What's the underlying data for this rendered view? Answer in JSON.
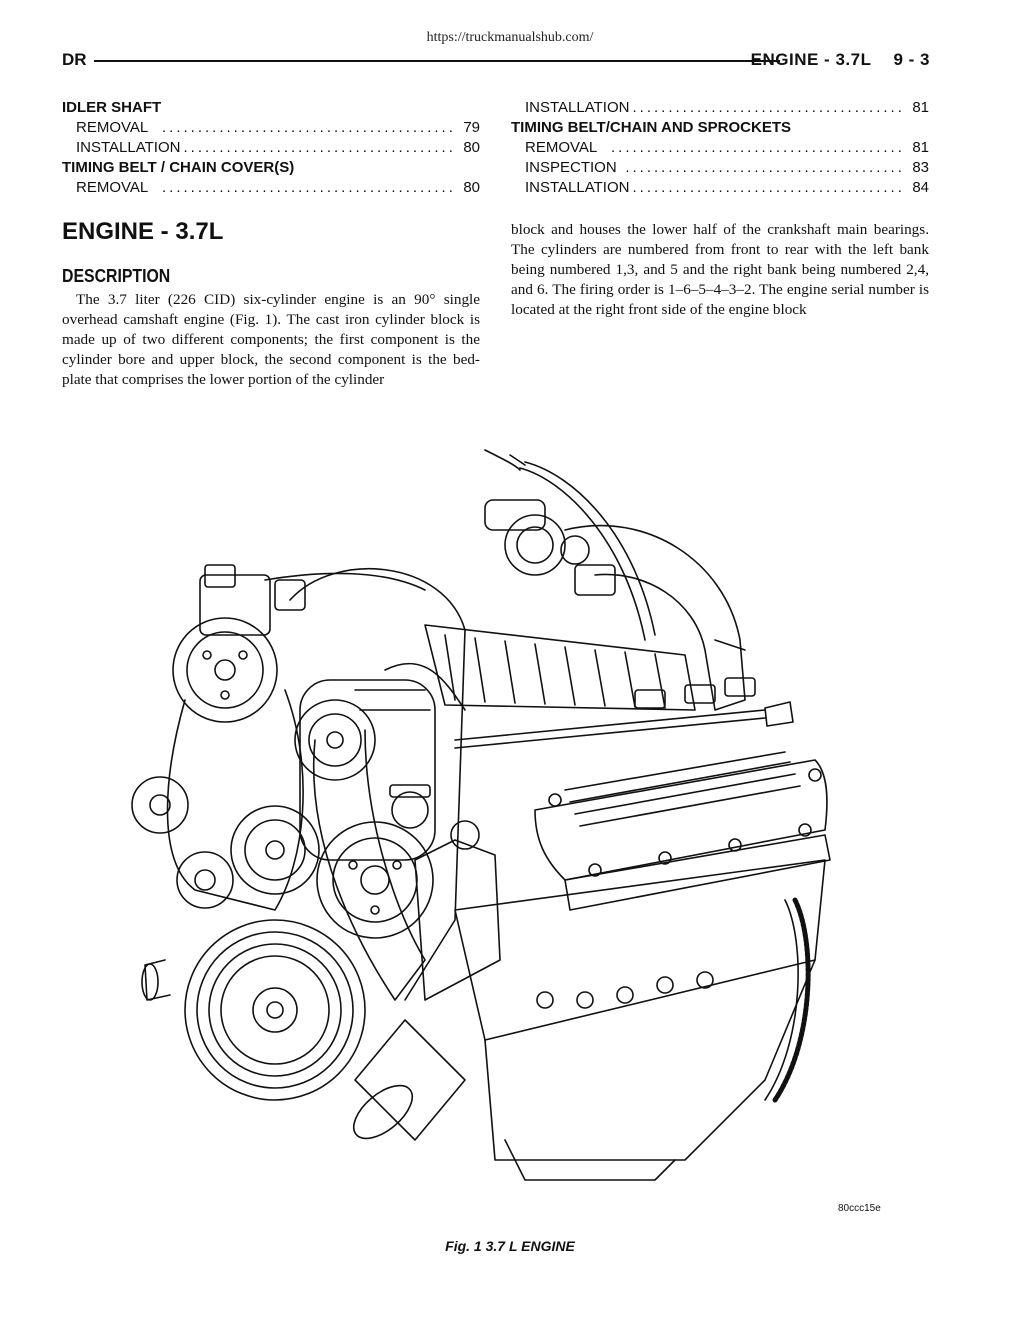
{
  "url": "https://truckmanualshub.com/",
  "header": {
    "left": "DR",
    "section": "ENGINE - 3.7L",
    "page": "9 - 3"
  },
  "toc_left": [
    {
      "type": "section",
      "label": "IDLER SHAFT"
    },
    {
      "type": "entry",
      "label": "REMOVAL",
      "page": "79"
    },
    {
      "type": "entry",
      "label": "INSTALLATION",
      "page": "80"
    },
    {
      "type": "section",
      "label": "TIMING BELT / CHAIN COVER(S)"
    },
    {
      "type": "entry",
      "label": "REMOVAL",
      "page": "80"
    }
  ],
  "toc_right": [
    {
      "type": "entry",
      "label": "INSTALLATION",
      "page": "81"
    },
    {
      "type": "section",
      "label": "TIMING BELT/CHAIN AND SPROCKETS"
    },
    {
      "type": "entry",
      "label": "REMOVAL",
      "page": "81"
    },
    {
      "type": "entry",
      "label": "INSPECTION",
      "page": "83"
    },
    {
      "type": "entry",
      "label": "INSTALLATION",
      "page": "84"
    }
  ],
  "title": "ENGINE - 3.7L",
  "subtitle": "DESCRIPTION",
  "body_left": "The 3.7 liter (226 CID) six-cylinder engine is an 90° single overhead camshaft engine (Fig. 1). The cast iron cylinder block is made up of two different components; the first component is the cylinder bore and upper block, the second component is the bed-plate that comprises the lower portion of the cylinder",
  "body_right": "block and houses the lower half of the crankshaft main bearings. The cylinders are numbered from front to rear with the left bank being numbered 1,3, and 5 and the right bank being numbered 2,4, and 6. The firing order is 1–6–5–4–3–2. The engine serial number is located at the right front side of the engine block",
  "figure": {
    "code": "80ccc15e",
    "caption": "Fig. 1 3.7 L ENGINE"
  }
}
